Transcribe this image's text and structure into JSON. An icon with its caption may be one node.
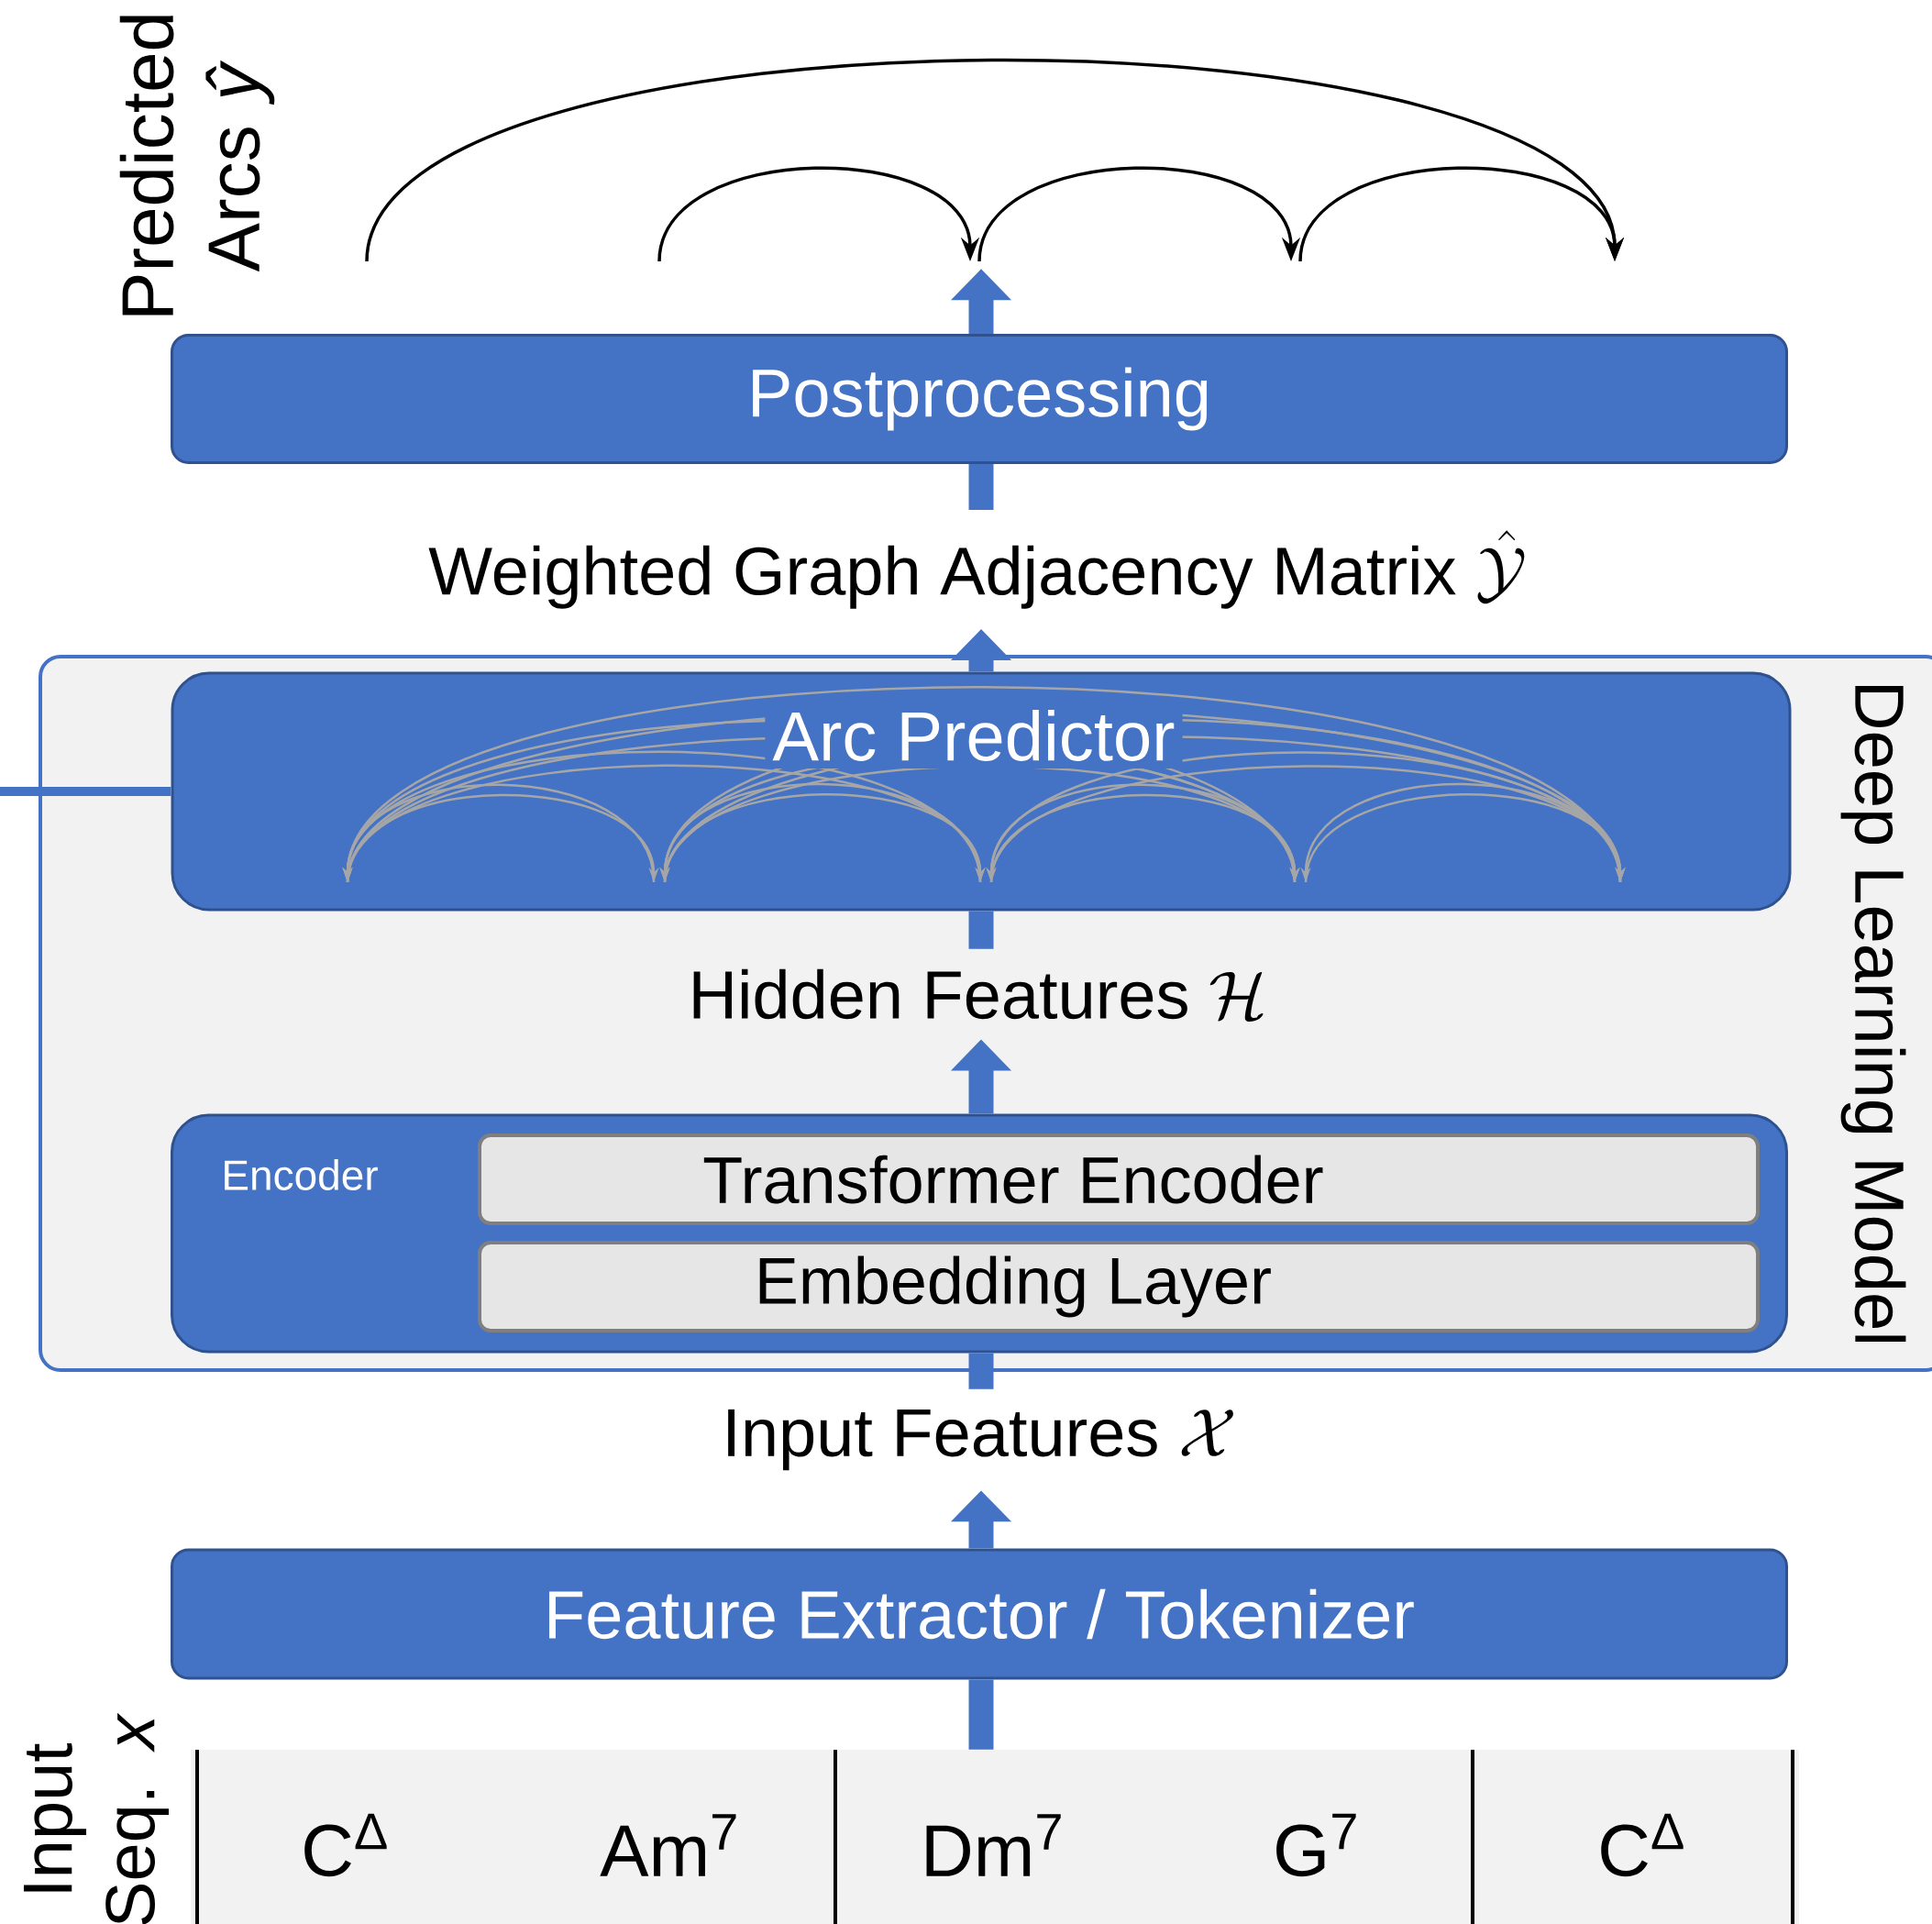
{
  "diagram": {
    "nodes": [
      {
        "text": [],
        "shape": "picture"
      },
      {
        "text": [
          "Postprocessing"
        ]
      },
      {
        "text": [
          "\\text{Weighted Graph Adjacency Matrix }\\hat{\\mathcal{Y}}"
        ]
      },
      {
        "text": [
          "Deep Learning Model"
        ]
      },
      {
        "text": [
          "Arc Predictor"
        ],
        "in": 3
      },
      {
        "text": [
          "\\text{Hidden Features }\\mathcal{H}"
        ],
        "in": 3
      },
      {
        "text": [
          "Encoder"
        ],
        "in": 3
      },
      {
        "text": [
          "Transformer Encoder"
        ],
        "in": 6
      },
      {
        "text": [
          "Embedding Layer"
        ],
        "in": 6
      },
      {
        "text": [
          "\\text{Input Features }\\mathcal{X}"
        ]
      },
      {
        "text": [
          "Feature Extractor / Tokenizer"
        ]
      },
      {
        "text": [
          "C$^{Δ}$",
          "Am$^{7}$",
          "Dm$^{7}$",
          "G$^{7}$",
          "C$^{Δ}$"
        ],
        "beside": [
          "Input Seq. *x*"
        ]
      }
    ],
    "edges": [
      {
        "from": 1,
        "to": 0,
        "arrow": "to"
      },
      {
        "from": 2,
        "to": 1,
        "arrow": "none"
      },
      {
        "from": 4,
        "to": 2,
        "arrow": "to"
      },
      {
        "from": 5,
        "to": 4,
        "arrow": "none"
      },
      {
        "from": 6,
        "to": 5,
        "arrow": "to"
      },
      {
        "from": 9,
        "to": 6,
        "arrow": "none"
      },
      {
        "from": 10,
        "to": 9,
        "arrow": "to"
      },
      {
        "from": 11,
        "to": 10,
        "arrow": "none"
      },
      {
        "from": null,
        "to": 4,
        "arrow": "none"
      }
    ],
    "labels": [
      "Predicted Arcs *ŷ*"
    ]
  }
}
